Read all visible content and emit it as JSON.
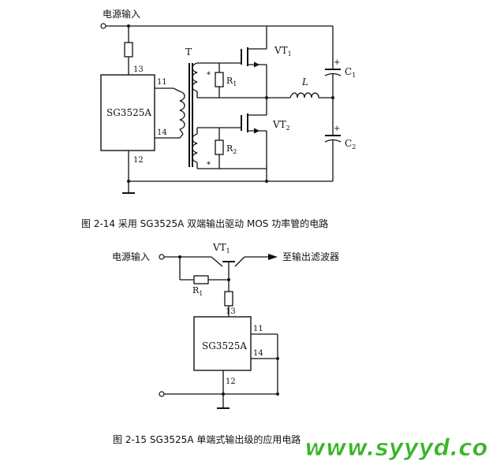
{
  "figure1": {
    "input_label": "电源输入",
    "ic_name": "SG3525A",
    "pins": {
      "p13": "13",
      "p11": "11",
      "p14": "14",
      "p12": "12"
    },
    "transformer": "T",
    "transistor_top": "VT",
    "transistor_top_sub": "1",
    "transistor_bottom": "VT",
    "transistor_bottom_sub": "2",
    "resistor_top": "R",
    "resistor_top_sub": "1",
    "resistor_bottom": "R",
    "resistor_bottom_sub": "2",
    "inductor": "L",
    "cap_top": "C",
    "cap_top_sub": "1",
    "cap_bottom": "C",
    "cap_bottom_sub": "2",
    "plus_sign": "+",
    "dot_mark": "*",
    "caption": "图 2-14   采用 SG3525A 双端输出驱动 MOS 功率管的电路"
  },
  "figure2": {
    "input_label": "电源输入",
    "output_label": "至输出滤波器",
    "transistor": "VT",
    "transistor_sub": "1",
    "resistor": "R",
    "resistor_sub": "1",
    "ic_name": "SG3525A",
    "pins": {
      "p13": "13",
      "p11": "11",
      "p14": "14",
      "p12": "12"
    },
    "caption": "图 2-15   SG3525A 单端式输出级的应用电路"
  },
  "watermark": "www.syyyd.com"
}
